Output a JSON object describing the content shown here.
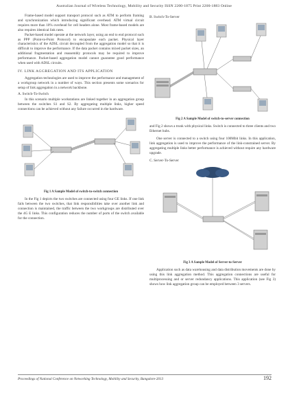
{
  "header": "Australian Journal of Wireless Technology, Mobility and Security ISSN 2200-1875 Print 2200-1883 Online",
  "left": {
    "p1": "Frame-based model support transport protocol such as ATM to perform framing and synchronization which introducing significant overhead. ATM virtual circuit requires more than 10% overhead for cell headers alone. Most frame-based models are also requires identical link rates.",
    "p2": "Packet-based model operate at the network layer, using an end to end protocol such as PPP (Point-to-Point Protocol) to encapsulate each packet. Physical layer characteristics of the ADSL circuit decoupled from the aggregation model so that it is difficult to improve the performance. If the data packet contains mixed packet sizes, an additional fragmentation and reassembly protocols may be required to improve performance. Packet-based aggregation model cannot guarantee good performance when used with ADSL circuits.",
    "sec4": "IV.   LINK AGGREGATION AND ITS APPLICATION",
    "p3": "Aggregation technologies are used to improve the performance and management of a workgroup network in a number of ways. This section presents some scenarios for setup of link aggregation in a network backbone.",
    "subA": "A.   Switch-To-Switch",
    "p4": "In this scenario multiple workstations are linked together in an aggregation group between the switches S1 and S2. By aggregating multiple links, higher speed connections can be achieved without any failure occurred in the hardware.",
    "fig1_caption": "Fig 1 A Sample Model of switch-to-switch connection",
    "p5": "In the Fig 1 depicts the two switches are connected using four GE links. If one link fails between the two switches, that link responsibilities take over another link and connection is maintained, the traffic between the two workgroups are distributed over the 4G E links. This configuration reduces the number of ports of the switch available for the connection."
  },
  "right": {
    "subB": "B.   Switch-To-Server",
    "fig2_caption": "Fig 2 A Sample Model of switch-to-server connection",
    "p6": "and Fig 2 shows a trunk with physical links. Switch is connected to three clients and two Ethernet hubs.",
    "p7": "One server is connected to a switch using four 100Mbit links. In this application, link aggregation is used to improve the performance of the link-constrained server. By aggregating multiple links better performance is achieved without require any hardware upgrade.",
    "subC": "C.   Server-To-Server",
    "fig3_caption": "Fig 3 A Sample Model of Server-to-Server",
    "p8": "Application such as data warehousing and data distribution movements are done by using this link aggregation method. This aggregation connections are useful for multiprocessing and or server redundancy applications. This application (see Fig 3) shows how link aggregation group can be employed between 3 servers."
  },
  "footer": "Proceedings of National Conference on Networking Technology, Mobility and Security, Bangalore-2013",
  "page_number": "192"
}
